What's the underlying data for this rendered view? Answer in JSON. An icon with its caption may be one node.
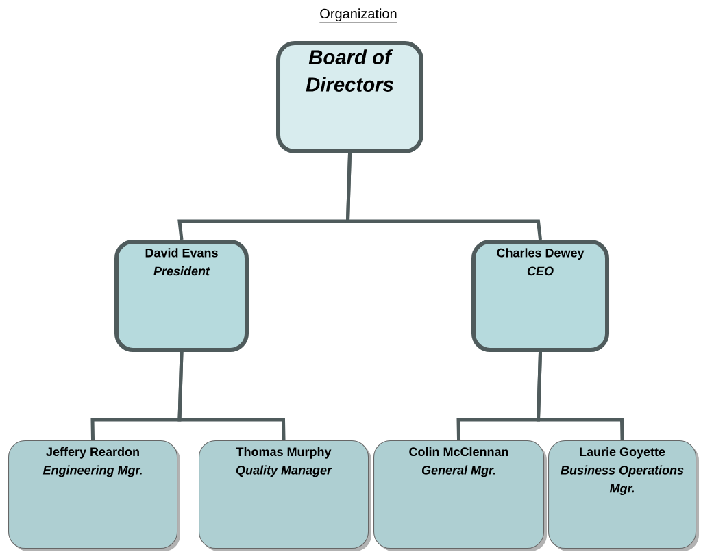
{
  "diagram": {
    "title": "Organization",
    "nodes": [
      {
        "text": [
          "Board of Directors"
        ]
      },
      {
        "text": [
          "David Evans",
          "President"
        ]
      },
      {
        "text": [
          "Charles Dewey",
          "CEO"
        ]
      },
      {
        "text": [
          "Jeffery Reardon",
          "Engineering Mgr."
        ]
      },
      {
        "text": [
          "Thomas Murphy",
          "Quality Manager"
        ]
      },
      {
        "text": [
          "Colin McClennan",
          "General Mgr."
        ]
      },
      {
        "text": [
          "Laurie Goyette",
          "Business Operations Mgr."
        ]
      }
    ],
    "edges": [
      {
        "from": 0,
        "to": 1,
        "arrow": "none"
      },
      {
        "from": 0,
        "to": 2,
        "arrow": "none"
      },
      {
        "from": 1,
        "to": 3,
        "arrow": "none"
      },
      {
        "from": 1,
        "to": 4,
        "arrow": "none"
      },
      {
        "from": 2,
        "to": 5,
        "arrow": "none"
      },
      {
        "from": 2,
        "to": 6,
        "arrow": "none"
      }
    ]
  }
}
